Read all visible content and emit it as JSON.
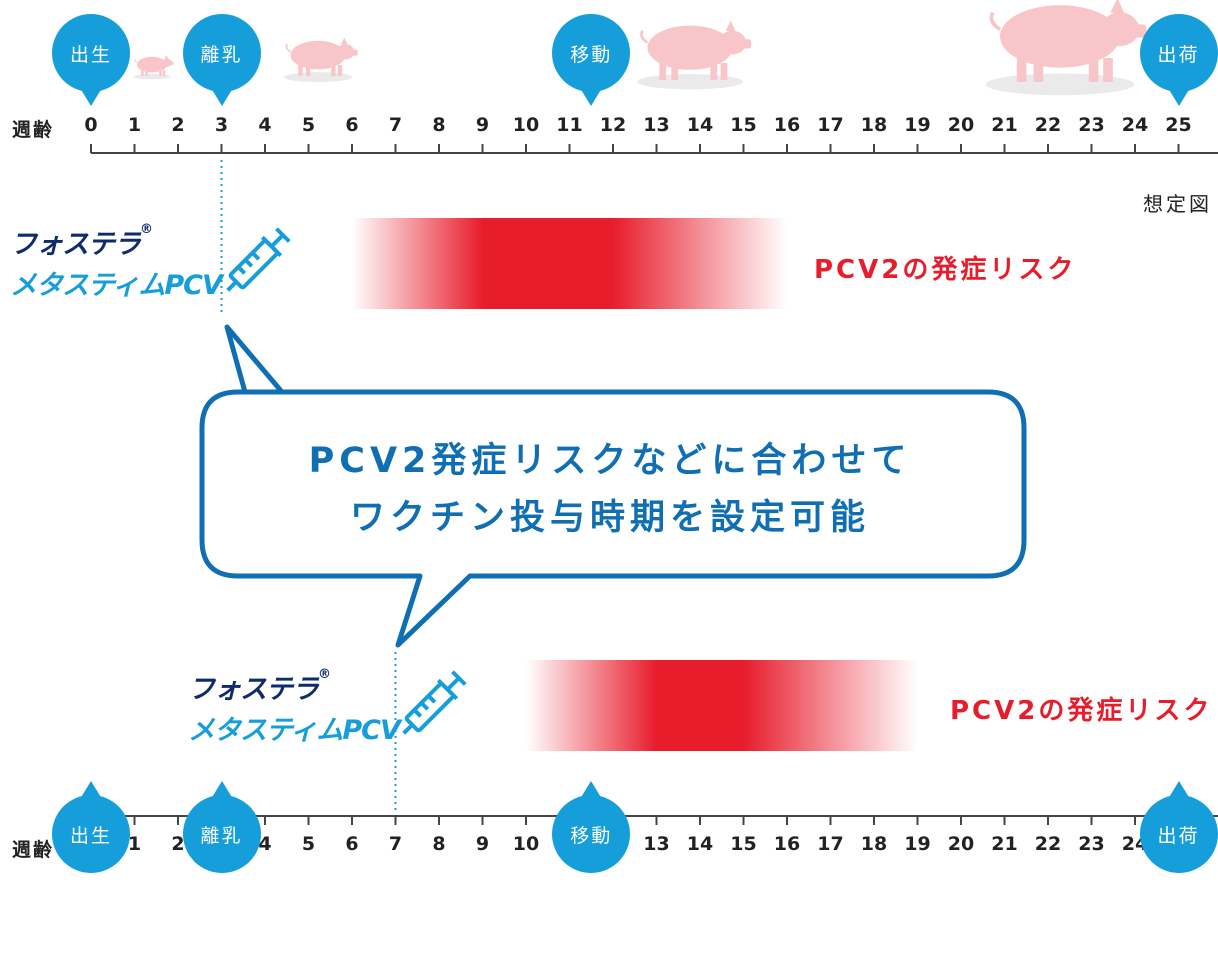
{
  "timeline": {
    "week_label": "週齢",
    "weeks": [
      "0",
      "1",
      "2",
      "3",
      "4",
      "5",
      "6",
      "7",
      "8",
      "9",
      "10",
      "11",
      "12",
      "13",
      "14",
      "15",
      "16",
      "17",
      "18",
      "19",
      "20",
      "21",
      "22",
      "23",
      "24",
      "25"
    ]
  },
  "milestones": [
    {
      "label": "出生",
      "week": 0
    },
    {
      "label": "離乳",
      "week": 3
    },
    {
      "label": "移動",
      "week": 11.5
    },
    {
      "label": "出荷",
      "week": 25
    }
  ],
  "note": "想定図",
  "product": {
    "name_line1": "フォステラ",
    "registered": "®",
    "name_line2": "メタスティムPCV"
  },
  "scenarios": [
    {
      "id": "top",
      "vaccination_week": 3,
      "risk_label": "PCV2の発症リスク",
      "risk_range_weeks": [
        6,
        16
      ],
      "risk_peak_weeks": [
        9,
        12
      ]
    },
    {
      "id": "bottom",
      "vaccination_week": 7,
      "risk_label": "PCV2の発症リスク",
      "risk_range_weeks": [
        10,
        19
      ],
      "risk_peak_weeks": [
        13,
        15
      ]
    }
  ],
  "callout": {
    "line1": "PCV2発症リスクなどに合わせて",
    "line2": "ワクチン投与時期を設定可能"
  },
  "colors": {
    "milestone_blue": "#159ed9",
    "brand_navy": "#0f2b6b",
    "bubble_stroke": "#0f6fb2",
    "risk_red": "#e81d2c",
    "pig_pink": "#f8c5c8"
  }
}
